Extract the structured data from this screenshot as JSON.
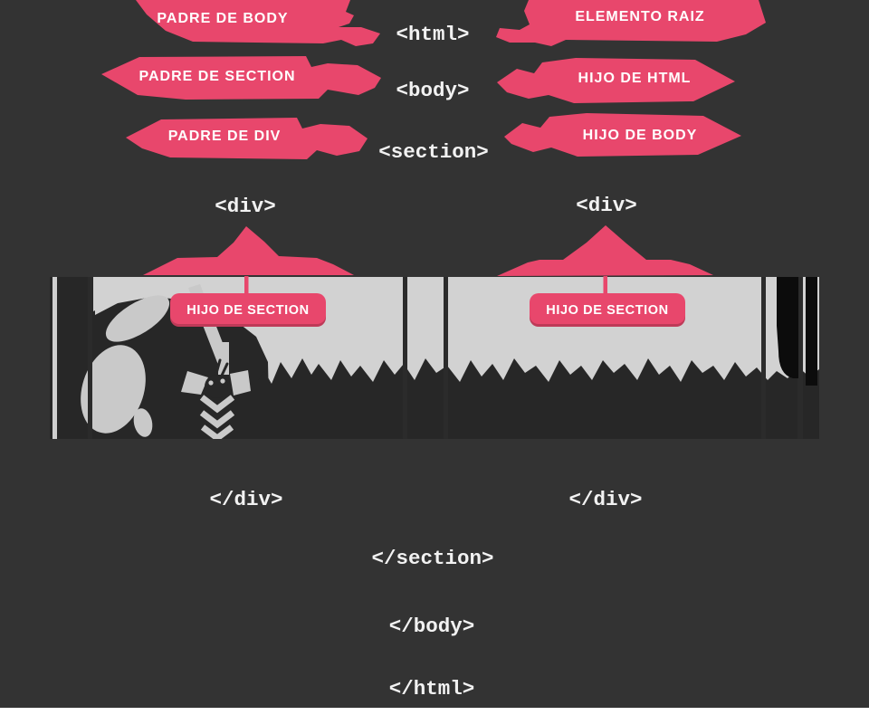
{
  "diagram": {
    "colors": {
      "background": "#333333",
      "accent_pink": "#E8476C",
      "banner_light": "#D2D2D2",
      "banner_dark": "#272727",
      "text_white": "#F5F5F5"
    },
    "annotations": {
      "rows": [
        {
          "left_label": "PADRE DE BODY",
          "tag": "<html>",
          "right_label": "ELEMENTO RAIZ"
        },
        {
          "left_label": "PADRE DE SECTION",
          "tag": "<body>",
          "right_label": "HIJO DE HTML"
        },
        {
          "left_label": "PADRE DE DIV",
          "tag": "<section>",
          "right_label": "HIJO DE BODY"
        }
      ]
    },
    "divs": {
      "left_open_tag": "<div>",
      "right_open_tag": "<div>",
      "left_child_label": "HIJO DE SECTION",
      "right_child_label": "HIJO DE SECTION",
      "left_close_tag": "</div>",
      "right_close_tag": "</div>"
    },
    "closing_tags": {
      "section": "</section>",
      "body": "</body>",
      "html": "</html>"
    },
    "banner": {
      "logo_icon": "wasp-logo"
    }
  }
}
